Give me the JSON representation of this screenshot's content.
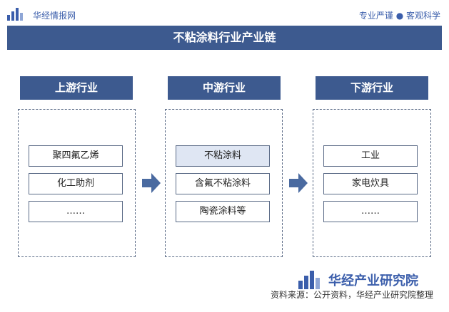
{
  "header": {
    "site_name": "华经情报网",
    "slogan": "专业严谨 ● 客观科学"
  },
  "title": "不粘涂料行业产业链",
  "stages": [
    {
      "label": "上游行业",
      "items": [
        "聚四氟乙烯",
        "化工助剂",
        "……"
      ]
    },
    {
      "label": "中游行业",
      "items": [
        "不粘涂料",
        "含氟不粘涂料",
        "陶瓷涂料等"
      ]
    },
    {
      "label": "下游行业",
      "items": [
        "工业",
        "家电炊具",
        "……"
      ]
    }
  ],
  "footer": {
    "brand": "华经产业研究院",
    "source": "资料来源：公开资料，华经产业研究院整理"
  },
  "colors": {
    "header_bg": "#3d5a8f",
    "brand_blue": "#3b5eab",
    "highlight_bg": "#dfe6f3",
    "border": "#5a6a86"
  }
}
